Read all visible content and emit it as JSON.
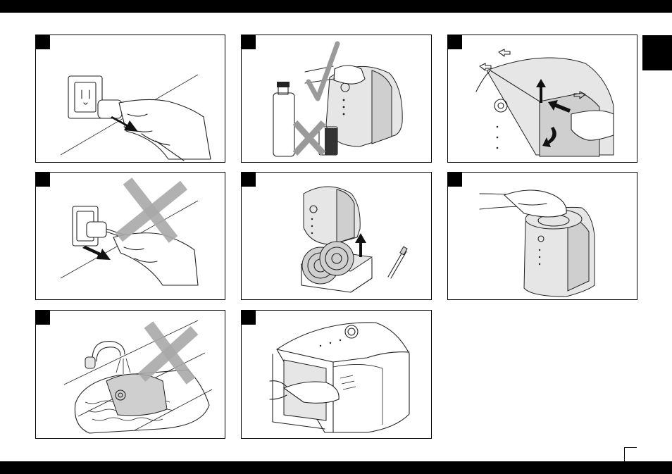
{
  "page": {
    "background": "#ffffff",
    "bar_color": "#000000",
    "panel_count": 8
  },
  "panels": [
    {
      "id": "unplug",
      "icon": "unplug-icon"
    },
    {
      "id": "no-chemical-cleaners",
      "icon": "no-chemicals-icon"
    },
    {
      "id": "open-housing",
      "icon": "open-housing-icon"
    },
    {
      "id": "do-not-pull-cord",
      "icon": "pull-cord-icon"
    },
    {
      "id": "remove-filter",
      "icon": "filter-removal-icon"
    },
    {
      "id": "replace-cover",
      "icon": "replace-cover-icon"
    },
    {
      "id": "do-not-immerse",
      "icon": "no-immersion-icon"
    },
    {
      "id": "wipe-inside",
      "icon": "wipe-inside-icon"
    }
  ]
}
